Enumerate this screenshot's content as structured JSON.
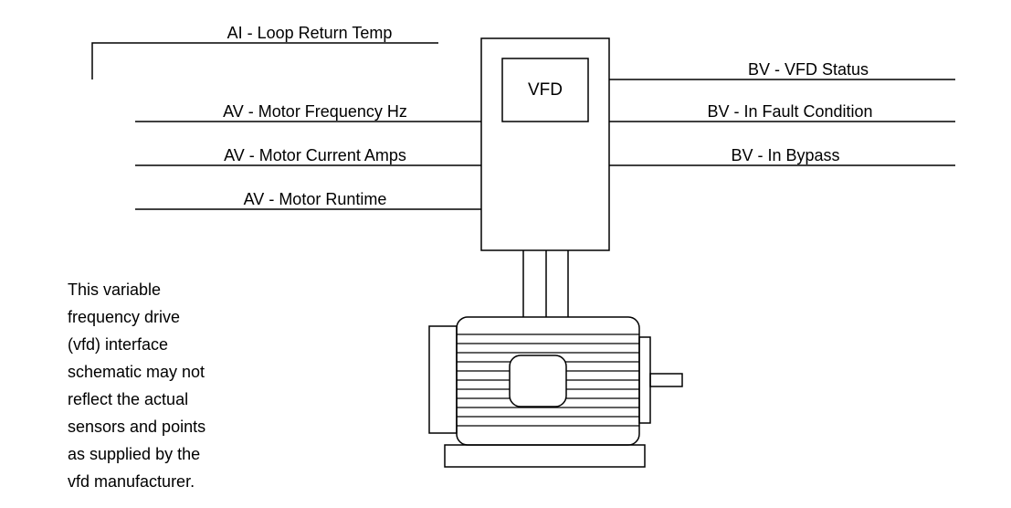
{
  "left_points": {
    "loop_return_temp": "AI - Loop Return Temp",
    "motor_frequency": "AV - Motor Frequency Hz",
    "motor_current": "AV - Motor Current Amps",
    "motor_runtime": "AV - Motor Runtime"
  },
  "vfd": {
    "label": "VFD"
  },
  "right_points": {
    "vfd_status": "BV - VFD Status",
    "fault_condition": "BV - In Fault Condition",
    "bypass": "BV - In Bypass"
  },
  "note": {
    "lines": [
      "This variable",
      "frequency drive",
      "(vfd) interface",
      "schematic may not",
      "reflect the actual",
      "sensors and points",
      "as supplied by the",
      "vfd manufacturer."
    ]
  }
}
